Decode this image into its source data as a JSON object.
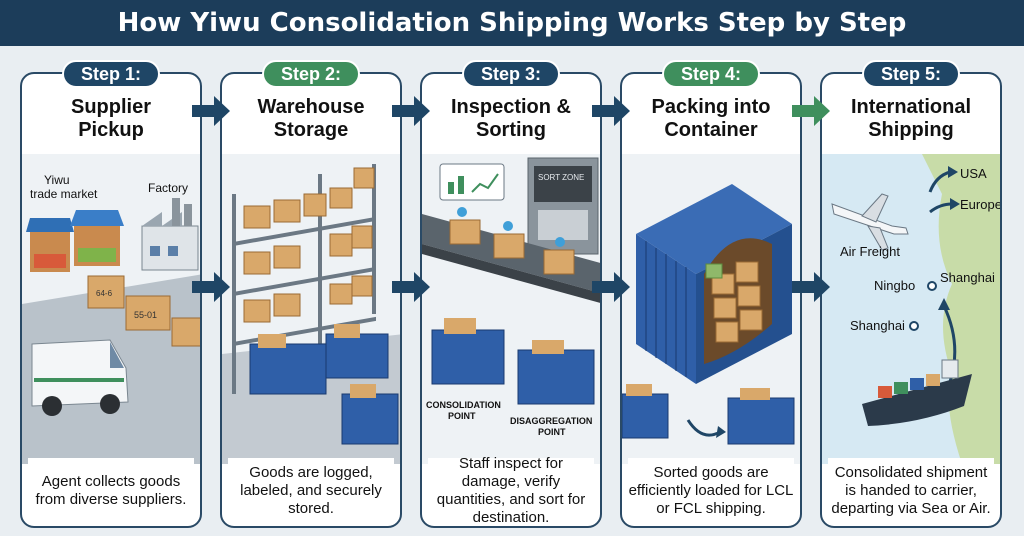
{
  "title": "How Yiwu Consolidation Shipping Works Step by Step",
  "colors": {
    "navy": "#1c3d5a",
    "green": "#3f8f5d",
    "container_blue": "#2f5fa8",
    "box_tan": "#d9a86a"
  },
  "steps": [
    {
      "badge": "Step 1:",
      "title_line1": "Supplier",
      "title_line2": "Pickup",
      "labels": {
        "market": "Yiwu\ntrade market",
        "factory": "Factory",
        "box_a": "64-6",
        "box_b": "55-01"
      },
      "desc": "Agent collects goods from diverse suppliers."
    },
    {
      "badge": "Step 2:",
      "title_line1": "Warehouse",
      "title_line2": "Storage",
      "desc": "Goods are logged, labeled, and securely stored."
    },
    {
      "badge": "Step 3:",
      "title_line1": "Inspection &",
      "title_line2": "Sorting",
      "labels": {
        "sort_zone": "SORT ZONE",
        "consolidation": "CONSOLIDATION\nPOINT",
        "disaggregation": "DISAGGREGATION\nPOINT"
      },
      "desc": "Staff inspect for damage, verify quantities, and sort for destination."
    },
    {
      "badge": "Step 4:",
      "title_line1": "Packing into",
      "title_line2": "Container",
      "desc": "Sorted goods are efficiently loaded for LCL or FCL shipping."
    },
    {
      "badge": "Step 5:",
      "title_line1": "International",
      "title_line2": "Shipping",
      "labels": {
        "usa": "USA",
        "europe": "Europe",
        "air_freight": "Air Freight",
        "ningbo": "Ningbo",
        "shanghai_a": "Shanghai",
        "shanghai_b": "Shanghai"
      },
      "desc": "Consolidated shipment is handed to carrier, departing via Sea or Air."
    }
  ]
}
